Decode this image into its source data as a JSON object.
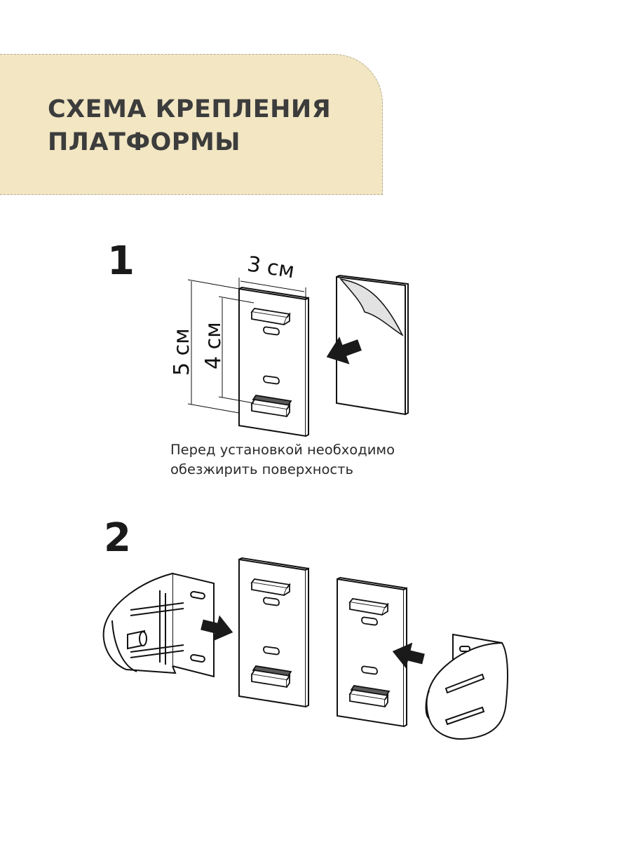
{
  "header": {
    "title_line1": "СХЕМА КРЕПЛЕНИЯ",
    "title_line2": "ПЛАТФОРМЫ"
  },
  "step1": {
    "number": "1",
    "width_label": "3 см",
    "outer_height_label": "5 см",
    "inner_height_label": "4 см",
    "note_line1": "Перед установкой необходимо",
    "note_line2": "обезжирить поверхность"
  },
  "step2": {
    "number": "2"
  },
  "colors": {
    "banner": "#f2e6c3",
    "title": "#3c3c3c",
    "line": "#111111",
    "arrow": "#1a1a1a",
    "tape": "#555555"
  }
}
